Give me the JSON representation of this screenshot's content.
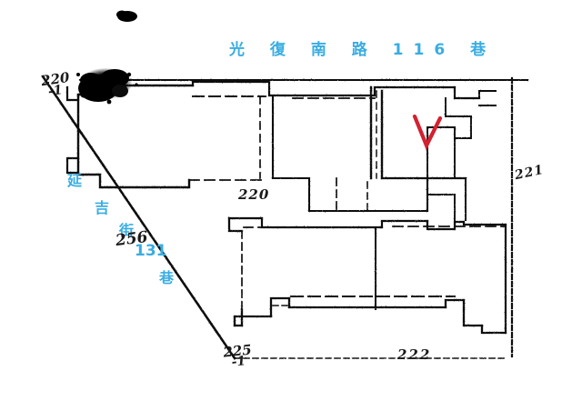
{
  "document": {
    "type": "cadastral-parcel-map",
    "description": "Scanned land registry parcel map with handwritten parcel numbers and a red check mark"
  },
  "streets": {
    "main_road_label": "光 復 南 路 116 巷",
    "side_lane": {
      "char1": "延",
      "char2": "吉",
      "char3": "街",
      "number": "131",
      "char4": "巷"
    }
  },
  "parcels": {
    "p220_1_main": "220",
    "p220_1_sub": "-1",
    "p220": "220",
    "p221": "221",
    "p222": "222",
    "p225_1_main": "225",
    "p225_1_sub": "-1",
    "p256": "256"
  },
  "marks": {
    "red_check": "V"
  },
  "colors": {
    "street_text": "#39ade2",
    "handwriting": "#1a1a1a",
    "red_mark": "#d42030",
    "line": "#111111",
    "background": "#ffffff"
  }
}
